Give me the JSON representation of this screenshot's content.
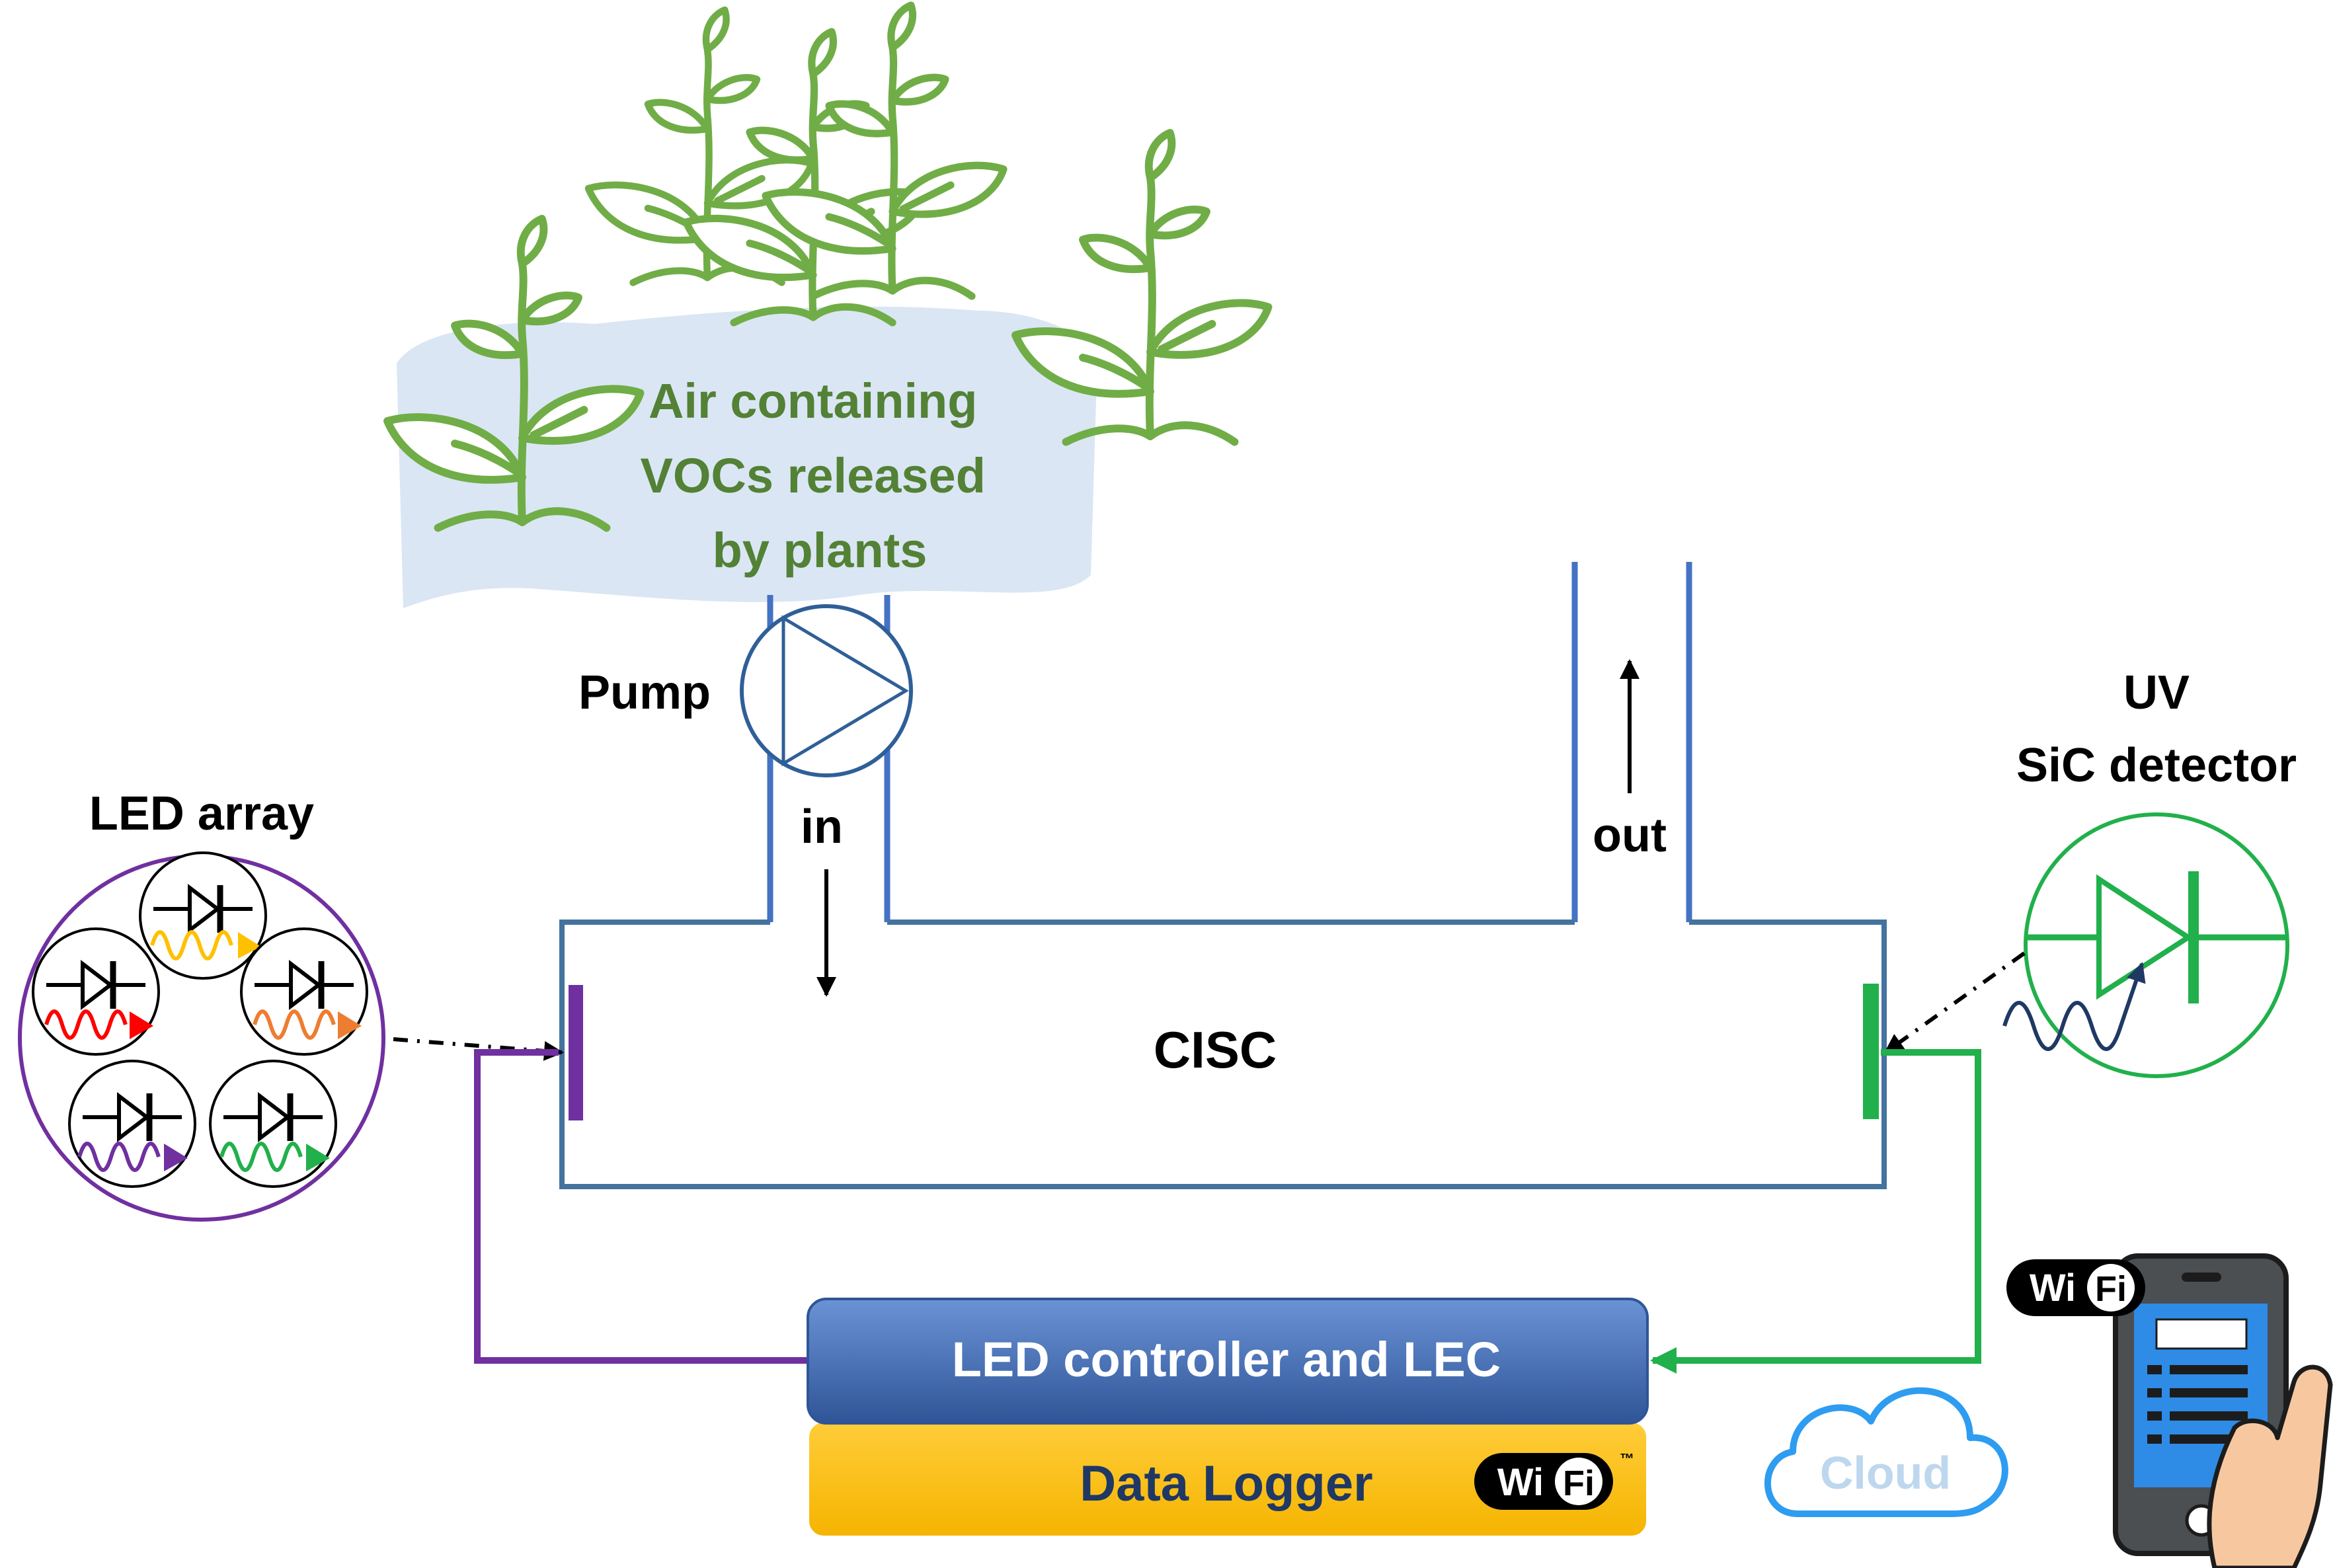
{
  "cloud_text": "Air containing VOCs released by plants",
  "cloud_lines": [
    "Air containing",
    "VOCs released",
    "by plants"
  ],
  "labels": {
    "pump": "Pump",
    "in": "in",
    "out": "out",
    "chamber": "CISC",
    "led_array": "LED array",
    "uv_line1": "UV",
    "uv_line2": "SiC detector",
    "controller": "LED controller and LEC",
    "logger": "Data Logger",
    "wifi_wi": "Wi",
    "wifi_fi": "Fi",
    "wifi_tm": "™",
    "cloud": "Cloud"
  },
  "colors": {
    "pipe": "#4472c4",
    "chamber_line": "#44739e",
    "plant": "#70ad47",
    "cloud_fill": "#dae6f4",
    "led_circle": "#7030a0",
    "purple_wire": "#7030a0",
    "green_wire": "#21b04b",
    "detector": "#21b04b",
    "controller": "#4472c4",
    "logger": "#ffc000",
    "cloud_icon": "#2e9cf0",
    "text_green": "#538135",
    "text_navy": "#1f3864"
  },
  "led_colors": [
    "#ff0000",
    "#ffc000",
    "#ed7d31",
    "#7030a0",
    "#21b04b"
  ],
  "icons": [
    "plant-icon",
    "pump-icon",
    "led-diode-icon",
    "photodiode-icon",
    "wifi-icon",
    "cloud-icon",
    "smartphone-icon"
  ]
}
